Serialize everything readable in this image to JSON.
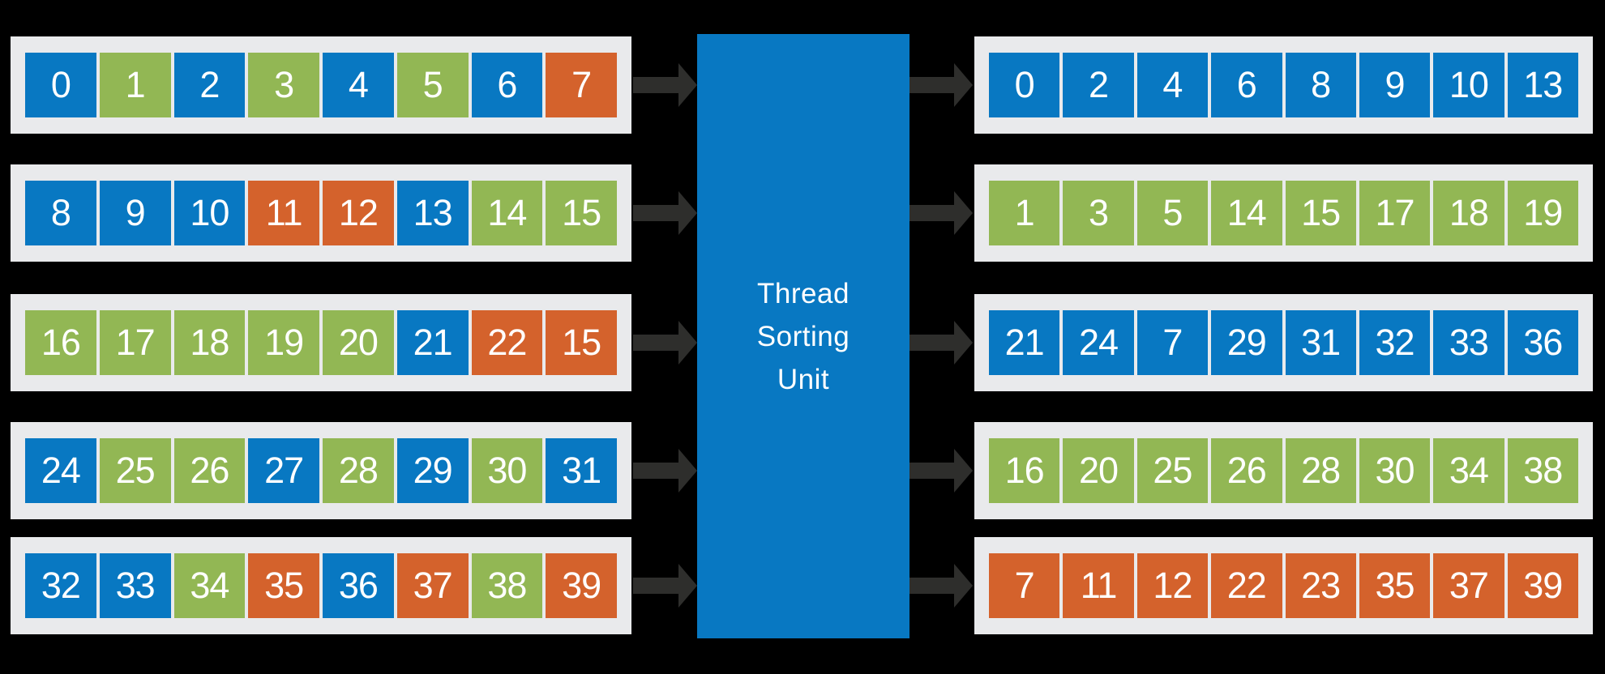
{
  "colors": {
    "blue": "#0878c2",
    "green": "#92b754",
    "orange": "#d4622c",
    "panel": "#e9eaec",
    "arrow": "#2e2e2c",
    "background": "#000000",
    "text": "#ffffff"
  },
  "unit": {
    "label_lines": [
      "Thread",
      "Sorting",
      "Unit"
    ]
  },
  "input_rows": [
    {
      "cells": [
        {
          "value": "0",
          "color": "blue"
        },
        {
          "value": "1",
          "color": "green"
        },
        {
          "value": "2",
          "color": "blue"
        },
        {
          "value": "3",
          "color": "green"
        },
        {
          "value": "4",
          "color": "blue"
        },
        {
          "value": "5",
          "color": "green"
        },
        {
          "value": "6",
          "color": "blue"
        },
        {
          "value": "7",
          "color": "orange"
        }
      ]
    },
    {
      "cells": [
        {
          "value": "8",
          "color": "blue"
        },
        {
          "value": "9",
          "color": "blue"
        },
        {
          "value": "10",
          "color": "blue"
        },
        {
          "value": "11",
          "color": "orange"
        },
        {
          "value": "12",
          "color": "orange"
        },
        {
          "value": "13",
          "color": "blue"
        },
        {
          "value": "14",
          "color": "green"
        },
        {
          "value": "15",
          "color": "green"
        }
      ]
    },
    {
      "cells": [
        {
          "value": "16",
          "color": "green"
        },
        {
          "value": "17",
          "color": "green"
        },
        {
          "value": "18",
          "color": "green"
        },
        {
          "value": "19",
          "color": "green"
        },
        {
          "value": "20",
          "color": "green"
        },
        {
          "value": "21",
          "color": "blue"
        },
        {
          "value": "22",
          "color": "orange"
        },
        {
          "value": "15",
          "color": "orange"
        }
      ]
    },
    {
      "cells": [
        {
          "value": "24",
          "color": "blue"
        },
        {
          "value": "25",
          "color": "green"
        },
        {
          "value": "26",
          "color": "green"
        },
        {
          "value": "27",
          "color": "blue"
        },
        {
          "value": "28",
          "color": "green"
        },
        {
          "value": "29",
          "color": "blue"
        },
        {
          "value": "30",
          "color": "green"
        },
        {
          "value": "31",
          "color": "blue"
        }
      ]
    },
    {
      "cells": [
        {
          "value": "32",
          "color": "blue"
        },
        {
          "value": "33",
          "color": "blue"
        },
        {
          "value": "34",
          "color": "green"
        },
        {
          "value": "35",
          "color": "orange"
        },
        {
          "value": "36",
          "color": "blue"
        },
        {
          "value": "37",
          "color": "orange"
        },
        {
          "value": "38",
          "color": "green"
        },
        {
          "value": "39",
          "color": "orange"
        }
      ]
    }
  ],
  "output_rows": [
    {
      "cells": [
        {
          "value": "0",
          "color": "blue"
        },
        {
          "value": "2",
          "color": "blue"
        },
        {
          "value": "4",
          "color": "blue"
        },
        {
          "value": "6",
          "color": "blue"
        },
        {
          "value": "8",
          "color": "blue"
        },
        {
          "value": "9",
          "color": "blue"
        },
        {
          "value": "10",
          "color": "blue"
        },
        {
          "value": "13",
          "color": "blue"
        }
      ]
    },
    {
      "cells": [
        {
          "value": "1",
          "color": "green"
        },
        {
          "value": "3",
          "color": "green"
        },
        {
          "value": "5",
          "color": "green"
        },
        {
          "value": "14",
          "color": "green"
        },
        {
          "value": "15",
          "color": "green"
        },
        {
          "value": "17",
          "color": "green"
        },
        {
          "value": "18",
          "color": "green"
        },
        {
          "value": "19",
          "color": "green"
        }
      ]
    },
    {
      "cells": [
        {
          "value": "21",
          "color": "blue"
        },
        {
          "value": "24",
          "color": "blue"
        },
        {
          "value": "7",
          "color": "blue"
        },
        {
          "value": "29",
          "color": "blue"
        },
        {
          "value": "31",
          "color": "blue"
        },
        {
          "value": "32",
          "color": "blue"
        },
        {
          "value": "33",
          "color": "blue"
        },
        {
          "value": "36",
          "color": "blue"
        }
      ]
    },
    {
      "cells": [
        {
          "value": "16",
          "color": "green"
        },
        {
          "value": "20",
          "color": "green"
        },
        {
          "value": "25",
          "color": "green"
        },
        {
          "value": "26",
          "color": "green"
        },
        {
          "value": "28",
          "color": "green"
        },
        {
          "value": "30",
          "color": "green"
        },
        {
          "value": "34",
          "color": "green"
        },
        {
          "value": "38",
          "color": "green"
        }
      ]
    },
    {
      "cells": [
        {
          "value": "7",
          "color": "orange"
        },
        {
          "value": "11",
          "color": "orange"
        },
        {
          "value": "12",
          "color": "orange"
        },
        {
          "value": "22",
          "color": "orange"
        },
        {
          "value": "23",
          "color": "orange"
        },
        {
          "value": "35",
          "color": "orange"
        },
        {
          "value": "37",
          "color": "orange"
        },
        {
          "value": "39",
          "color": "orange"
        }
      ]
    }
  ]
}
